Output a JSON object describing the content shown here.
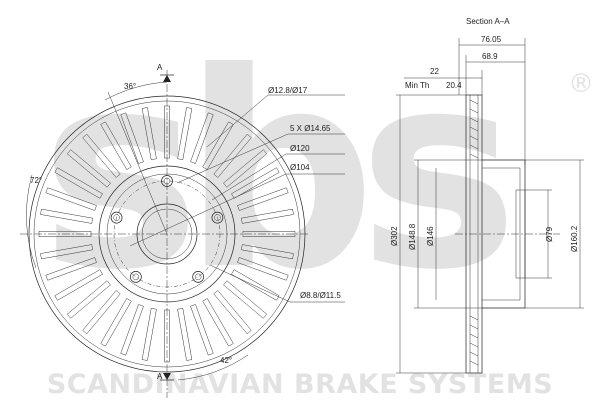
{
  "colors": {
    "line": "#222222",
    "watermark": "#e2e2e2",
    "background": "#ffffff"
  },
  "watermark": {
    "logo_text": "sbs",
    "registered_mark": "®",
    "footer": "SCANDINAVIAN BRAKE SYSTEMS"
  },
  "front_view": {
    "section_marker_top": "A",
    "section_marker_bottom": "A",
    "angle_top": "36°",
    "angle_left": "72°",
    "angle_bottom": "42°",
    "dim_pin_hole": "Ø12.8/Ø17",
    "dim_bolt_holes": "5 X Ø14.65",
    "dim_bolt_circle": "Ø120",
    "dim_center_bore": "Ø104",
    "dim_small_hole": "Ø8.8/Ø11.5"
  },
  "section_view": {
    "title": "Section A–A",
    "dim_overall_height": "76.05",
    "dim_hat_height": "68.9",
    "dim_thickness": "22",
    "min_thickness_label": "Min Th",
    "min_thickness_value": "20.4",
    "dim_outer_diameter": "Ø302",
    "dim_hat_diameter": "Ø148.8",
    "dim_inner_diameter": "Ø146",
    "dim_bore": "Ø79",
    "dim_hub_diameter": "Ø160.2"
  }
}
